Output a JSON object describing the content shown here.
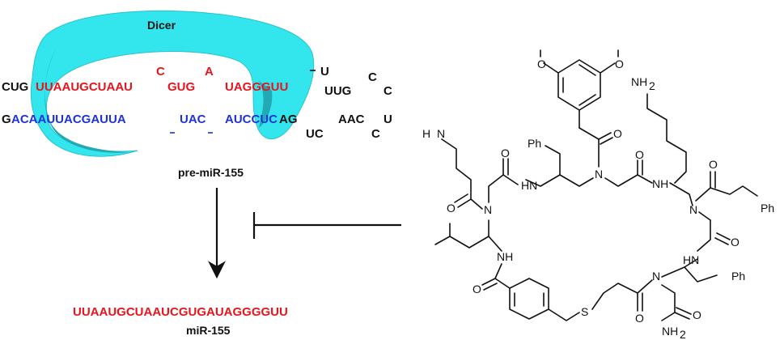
{
  "colors": {
    "dicer": "#33e6ee",
    "dicer_shadow": "#22a9b3",
    "guide_strand": "#e8141c",
    "passenger_strand": "#1e32d8",
    "loop": "#111111"
  },
  "dicer_label": "Dicer",
  "hairpin": {
    "top_prefix": "CUG",
    "top_red_1": "UUAAUGCUAAU",
    "top_red_2": "GUG",
    "top_red_3": "UAGGGUU",
    "top_bulge_c": "C",
    "top_bulge_a": "A",
    "loop_u1": "U",
    "loop_uug": "UUG",
    "loop_c1": "C",
    "loop_c2": "C",
    "bottom_prefix": "G",
    "bottom_blue_1": "ACAAUUACGAUUA",
    "bottom_blue_2": "UAC",
    "bottom_blue_3": "AUCCUC",
    "bottom_ag": "AG",
    "bottom_uc": "UC",
    "loop_aac": "AAC",
    "loop_c3": "C",
    "loop_u2": "U"
  },
  "precursor_label": "pre-miR-155",
  "mature_sequence": "UUAAUGCUAAUCGUGAUAGGGGUU",
  "mature_label": "miR-155",
  "molecule": {
    "ome": "O",
    "nh2": "NH",
    "h2n": "H",
    "n": "N",
    "nh": "NH",
    "hn": "HN",
    "o": "O",
    "s": "S",
    "ph": "Ph",
    "sub2": "2"
  }
}
